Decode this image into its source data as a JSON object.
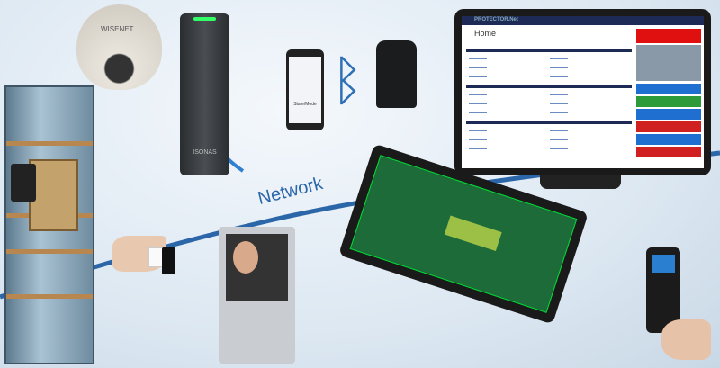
{
  "network_label": "Network",
  "camera": {
    "brand": "WISENET"
  },
  "card_reader": {
    "brand": "ISONAS"
  },
  "phone": {
    "screen_text": "State/Mode"
  },
  "icons": [
    "bluetooth-icon",
    "wireless-signal-icon"
  ],
  "monitor": {
    "app_title": "PROTECTOR.Net",
    "page_title": "Home"
  },
  "colors": {
    "network_line": "#2a66a8",
    "bluetooth": "#2f6fb5",
    "app_header": "#1c2a55",
    "alert": "#e01010"
  }
}
